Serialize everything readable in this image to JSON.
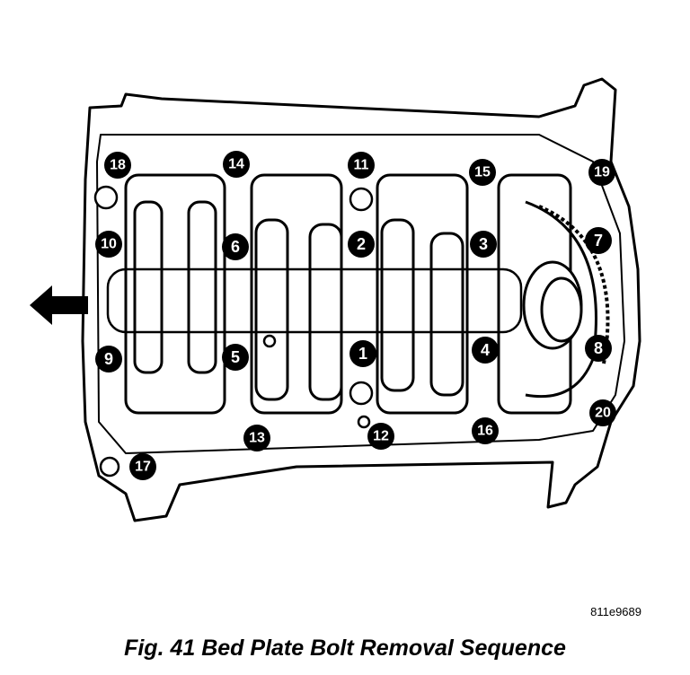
{
  "caption": "Fig. 41 Bed Plate Bolt Removal Sequence",
  "figure_id": "811e9689",
  "callouts": [
    "1",
    "2",
    "3",
    "4",
    "5",
    "6",
    "7",
    "8",
    "9",
    "10",
    "11",
    "12",
    "13",
    "14",
    "15",
    "16",
    "17",
    "18",
    "19",
    "20"
  ],
  "colors": {
    "ink": "#000000",
    "paper": "#ffffff"
  },
  "icons": {
    "direction": "arrow-left-icon"
  }
}
